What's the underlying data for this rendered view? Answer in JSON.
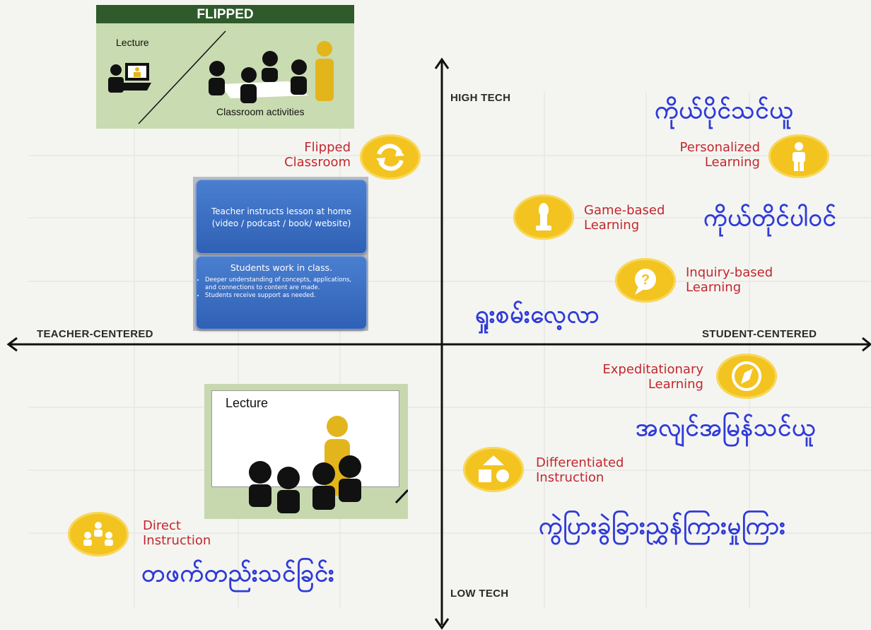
{
  "axes": {
    "top": "HIGH TECH",
    "bottom": "LOW TECH",
    "left": "TEACHER-CENTERED",
    "right": "STUDENT-CENTERED"
  },
  "methods": {
    "flipped": "Flipped\nClassroom",
    "personalized": "Personalized\nLearning",
    "game": "Game-based\nLearning",
    "inquiry": "Inquiry-based\nLearning",
    "expeditionary": "Expeditationary\nLearning",
    "differentiated": "Differentiated\nInstruction",
    "direct": "Direct\nInstruction"
  },
  "burmese": {
    "personalized": "ကိုယ်ပိုင်သင်ယူ",
    "game": "ကိုယ်တိုင်ပါဝင်",
    "inquiry": "ရှုးစမ်းလေ့လာ",
    "expeditionary": "အလျင်အမြန်သင်ယူ",
    "differentiated": "ကွဲပြားခွဲခြားညွှန်ကြားမှုကြား",
    "direct": "တဖက်တည်းသင်ခြင်း"
  },
  "flipped_panel": {
    "title": "FLIPPED",
    "lecture_label": "Lecture",
    "activities_label": "Classroom activities"
  },
  "steps_panel": {
    "step1": "Teacher instructs lesson at home\n(video / podcast / book/ website)",
    "step2_title": "Students work in class.",
    "step2_bullets": [
      "Deeper understanding of concepts, applications, and connections to content are made.",
      "Students receive support as needed."
    ]
  },
  "lecture_panel": {
    "label": "Lecture"
  },
  "icons": {
    "flipped": "refresh-icon",
    "personalized": "person-icon",
    "game": "chess-bishop-icon",
    "inquiry": "question-bubble-icon",
    "expeditionary": "compass-icon",
    "differentiated": "shapes-icon",
    "direct": "group-icon"
  },
  "colors": {
    "method_text": "#c4262e",
    "burmese_text": "#2f3ad8",
    "icon_fill": "#f3c320",
    "background": "#f4f5f1"
  }
}
